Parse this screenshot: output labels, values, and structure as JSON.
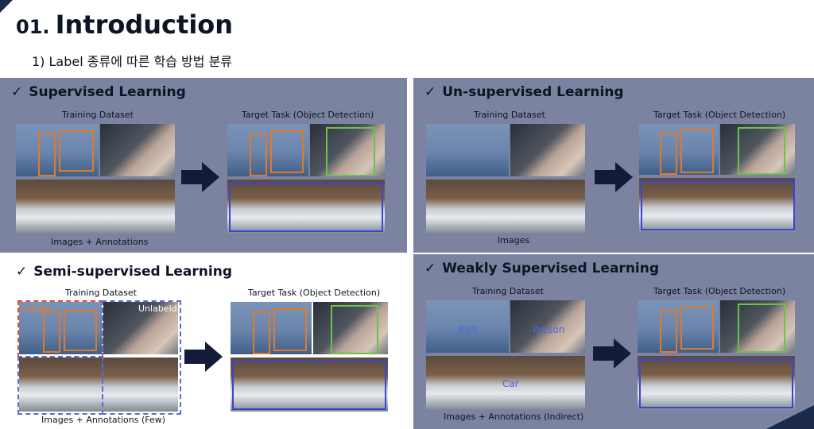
{
  "header": {
    "section_number": "01.",
    "title": "Introduction",
    "subtitle": "1) Label 종류에 따른 학습 방법 분류"
  },
  "panels": {
    "supervised": {
      "title": "Supervised Learning",
      "left_caption": "Training Dataset",
      "right_caption": "Target Task (Object Detection)",
      "bottom_caption": "Images + Annotations"
    },
    "unsupervised": {
      "title": "Un-supervised Learning",
      "left_caption": "Training Dataset",
      "right_caption": "Target Task (Object Detection)",
      "bottom_caption": "Images"
    },
    "semi": {
      "title": "Semi-supervised Learning",
      "left_caption": "Training Dataset",
      "right_caption": "Target Task (Object Detection)",
      "bottom_caption": "Images + Annotations (Few)",
      "labeled_tag": "Labeld",
      "unlabeled_tag": "Unlabeld"
    },
    "weak": {
      "title": "Weakly Supervised Learning",
      "left_caption": "Training Dataset",
      "right_caption": "Target Task (Object Detection)",
      "bottom_caption": "Images + Annotations (Indirect)",
      "labels": {
        "bird": "Bird",
        "person": "Person",
        "car": "Car"
      }
    }
  },
  "icons": {
    "check": "✓",
    "arrow": "arrow-right-icon"
  },
  "colors": {
    "panel_bg": "#7b83a1",
    "title_text": "#0d1424",
    "bird_box": "#e07a2a",
    "person_box": "#69c34a",
    "car_box": "#3b44d7",
    "labeled_dash": "#e24a2a",
    "unlabeled_dash": "#5a69d6",
    "arrow": "#121c3a"
  }
}
